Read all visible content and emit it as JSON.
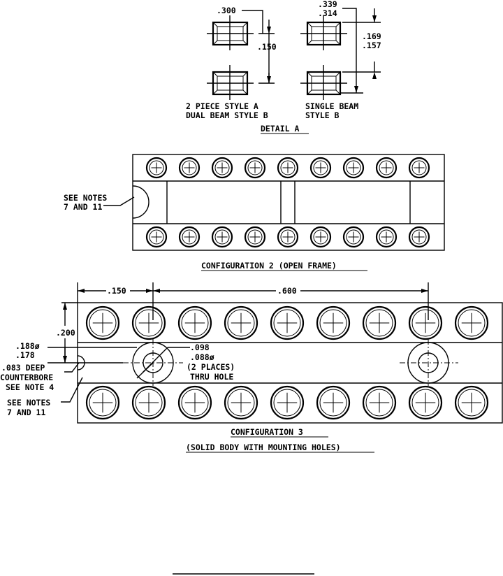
{
  "detail_a": {
    "dim_300": ".300",
    "dim_150": ".150",
    "dim_339": ".339",
    "dim_314": ".314",
    "dim_169": ".169",
    "dim_157": ".157",
    "label_left_1": "2 PIECE STYLE A",
    "label_left_2": "DUAL BEAM STYLE B",
    "label_right_1": "SINGLE BEAM",
    "label_right_2": "STYLE B",
    "title": "DETAIL A"
  },
  "config2": {
    "note_1": "SEE NOTES",
    "note_2": "7 AND 11",
    "title": "CONFIGURATION 2 (OPEN FRAME)"
  },
  "config3": {
    "dim_150": ".150",
    "dim_600": ".600",
    "dim_200": ".200",
    "dim_188": ".188ø",
    "dim_178": ".178",
    "dim_098": ".098",
    "dim_088": ".088ø",
    "two_places": "(2 PLACES)",
    "thru_hole": "THRU HOLE",
    "counterbore_1": ".083 DEEP",
    "counterbore_2": "COUNTERBORE",
    "counterbore_3": "SEE NOTE 4",
    "note_1": "SEE NOTES",
    "note_2": "7 AND 11",
    "title": "CONFIGURATION 3",
    "subtitle": "(SOLID BODY WITH MOUNTING HOLES)"
  }
}
